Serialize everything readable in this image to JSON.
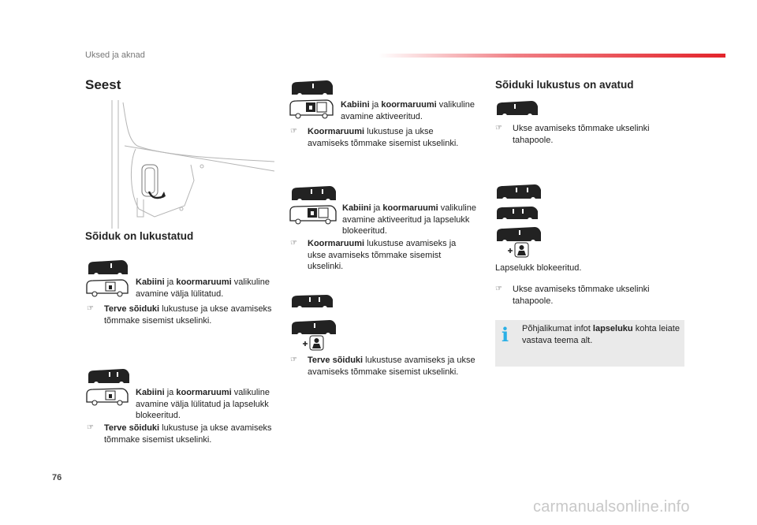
{
  "header": {
    "section": "Uksed ja aknad",
    "accent_color": "#e3242b"
  },
  "left": {
    "title_seest": "Seest",
    "title_locked": "Sõiduk on lukustatud",
    "block1": {
      "main": [
        {
          "bold": true,
          "text": "Kabiini"
        },
        {
          "bold": false,
          "text": " ja "
        },
        {
          "bold": true,
          "text": "koormaruumi"
        },
        {
          "bold": false,
          "text": " valikuline avamine välja lülitatud."
        }
      ],
      "bullet": [
        {
          "bold": true,
          "text": "Terve sõiduki"
        },
        {
          "bold": false,
          "text": " lukustuse ja ukse avamiseks tõmmake sisemist ukselinki."
        }
      ]
    },
    "block2": {
      "main": [
        {
          "bold": true,
          "text": "Kabiini"
        },
        {
          "bold": false,
          "text": " ja "
        },
        {
          "bold": true,
          "text": "koormaruumi"
        },
        {
          "bold": false,
          "text": " valikuline avamine välja lülitatud ja lapselukk blokeeritud."
        }
      ],
      "bullet": [
        {
          "bold": true,
          "text": "Terve sõiduki"
        },
        {
          "bold": false,
          "text": " lukustuse ja ukse avamiseks tõmmake sisemist ukselinki."
        }
      ]
    }
  },
  "middle": {
    "block1": {
      "main": [
        {
          "bold": true,
          "text": "Kabiini"
        },
        {
          "bold": false,
          "text": " ja "
        },
        {
          "bold": true,
          "text": "koormaruumi"
        },
        {
          "bold": false,
          "text": " valikuline avamine aktiveeritud."
        }
      ],
      "bullet": [
        {
          "bold": true,
          "text": "Koormaruumi"
        },
        {
          "bold": false,
          "text": " lukustuse ja ukse avamiseks tõmmake sisemist ukselinki."
        }
      ]
    },
    "block2": {
      "main": [
        {
          "bold": true,
          "text": "Kabiini"
        },
        {
          "bold": false,
          "text": " ja "
        },
        {
          "bold": true,
          "text": "koormaruumi"
        },
        {
          "bold": false,
          "text": " valikuline avamine aktiveeritud ja lapselukk blokeeritud."
        }
      ],
      "bullet": [
        {
          "bold": true,
          "text": "Koormaruumi"
        },
        {
          "bold": false,
          "text": " lukustuse avamiseks ja ukse avamiseks tõmmake sisemist ukselinki."
        }
      ]
    },
    "block3": {
      "bullet": [
        {
          "bold": true,
          "text": "Terve sõiduki"
        },
        {
          "bold": false,
          "text": " lukustuse avamiseks ja ukse avamiseks tõmmake sisemist ukselinki."
        }
      ]
    }
  },
  "right": {
    "title": "Sõiduki lukustus on avatud",
    "bullet1": [
      {
        "bold": false,
        "text": "Ukse avamiseks tõmmake ukselinki tahapoole."
      }
    ],
    "child_lock_label": "Lapselukk blokeeritud.",
    "bullet2": [
      {
        "bold": false,
        "text": "Ukse avamiseks tõmmake ukselinki tahapoole."
      }
    ],
    "info": [
      {
        "bold": false,
        "text": "Põhjalikumat infot "
      },
      {
        "bold": true,
        "text": "lapseluku"
      },
      {
        "bold": false,
        "text": " kohta leiate vastava teema alt."
      }
    ],
    "info_icon": "i",
    "info_icon_color": "#2ab0e6"
  },
  "footer": {
    "page_number": "76",
    "watermark": "carmanualsonline.info"
  }
}
